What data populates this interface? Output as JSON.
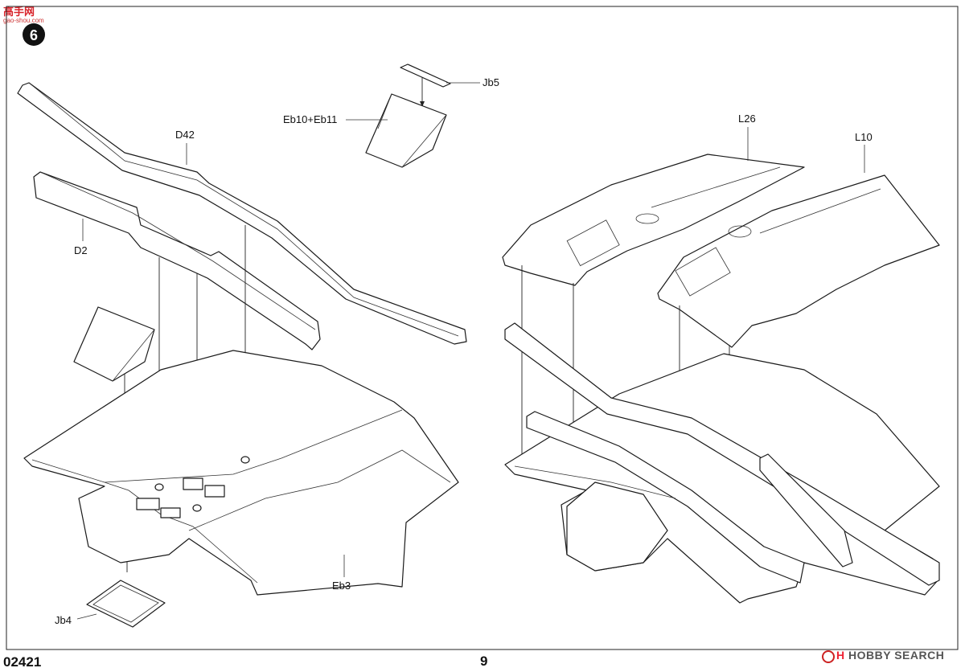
{
  "page": {
    "step_number": "6",
    "catalog_number": "02421",
    "page_number": "9",
    "watermark": "HOBBY SEARCH",
    "watermark_prefix": "H",
    "site_logo": "高手网",
    "site_logo_sub": "gao-shou.com"
  },
  "parts": {
    "jb5": "Jb5",
    "eb10_eb11": "Eb10+Eb11",
    "d42": "D42",
    "d2": "D2",
    "eb3": "Eb3",
    "jb4": "Jb4",
    "l26": "L26",
    "l10": "L10"
  },
  "colors": {
    "ink": "#1a1a1a",
    "logo_red": "#d8242b",
    "badge": "#111111"
  }
}
